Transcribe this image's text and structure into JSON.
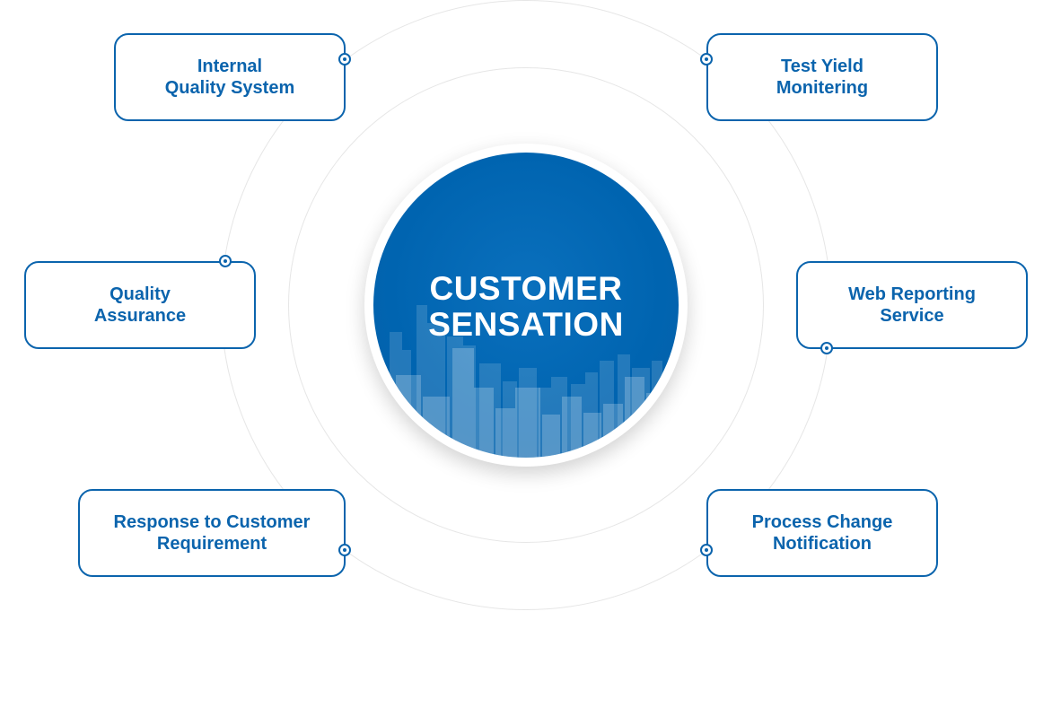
{
  "center": {
    "line1": "CUSTOMER",
    "line2": "SENSATION"
  },
  "nodes": {
    "internal_quality_system": {
      "line1": "Internal",
      "line2": "Quality System"
    },
    "test_yield_monitering": {
      "line1": "Test Yield",
      "line2": "Monitering"
    },
    "quality_assurance": {
      "line1": "Quality",
      "line2": "Assurance"
    },
    "web_reporting_service": {
      "line1": "Web Reporting",
      "line2": "Service"
    },
    "response_to_customer_requirement": {
      "line1": "Response to Customer",
      "line2": "Requirement"
    },
    "process_change_notification": {
      "line1": "Process Change",
      "line2": "Notification"
    }
  },
  "colors": {
    "accent": "#0b64ad",
    "center_fill": "#0064b0",
    "ring": "#e6e6e6"
  }
}
